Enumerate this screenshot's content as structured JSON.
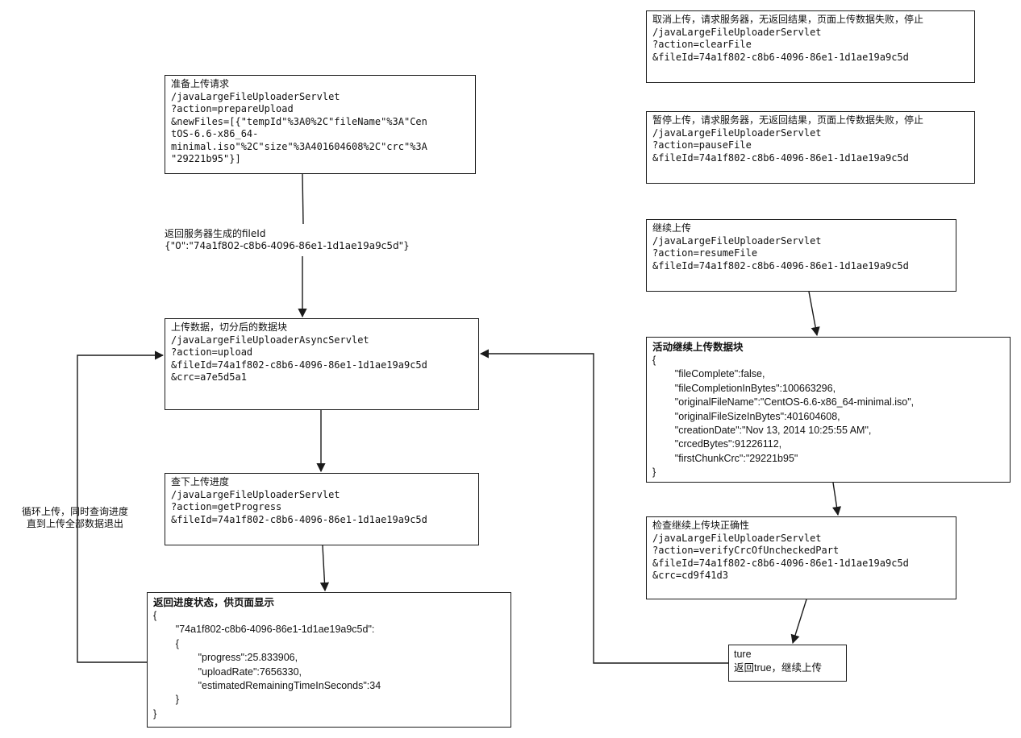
{
  "boxes": {
    "prepare": {
      "title": "准备上传请求",
      "lines": [
        "/javaLargeFileUploaderServlet",
        "?action=prepareUpload",
        "&newFiles=[{\"tempId\"%3A0%2C\"fileName\"%3A\"Cen",
        "tOS-6.6-x86_64-",
        "minimal.iso\"%2C\"size\"%3A401604608%2C\"crc\"%3A",
        "\"29221b95\"}]"
      ]
    },
    "upload": {
      "title": "上传数据，切分后的数据块",
      "lines": [
        "/javaLargeFileUploaderAsyncServlet",
        "?action=upload",
        "&fileId=74a1f802-c8b6-4096-86e1-1d1ae19a9c5d",
        "&crc=a7e5d5a1"
      ]
    },
    "progress": {
      "title": "查下上传进度",
      "lines": [
        "/javaLargeFileUploaderServlet",
        "?action=getProgress",
        "&fileId=74a1f802-c8b6-4096-86e1-1d1ae19a9c5d"
      ]
    },
    "progress_state": {
      "title": "返回进度状态，供页面显示",
      "lines": [
        "{",
        "        \"74a1f802-c8b6-4096-86e1-1d1ae19a9c5d\":",
        "        {",
        "                \"progress\":25.833906,",
        "                \"uploadRate\":7656330,",
        "                \"estimatedRemainingTimeInSeconds\":34",
        "        }",
        "}"
      ]
    },
    "clear": {
      "title": "取消上传，请求服务器，无返回结果，页面上传数据失败，停止",
      "lines": [
        "/javaLargeFileUploaderServlet",
        "?action=clearFile",
        "&fileId=74a1f802-c8b6-4096-86e1-1d1ae19a9c5d"
      ]
    },
    "pause": {
      "title": "暂停上传，请求服务器，无返回结果，页面上传数据失败，停止",
      "lines": [
        "/javaLargeFileUploaderServlet",
        "?action=pauseFile",
        "&fileId=74a1f802-c8b6-4096-86e1-1d1ae19a9c5d"
      ]
    },
    "resume": {
      "title": "继续上传",
      "lines": [
        "/javaLargeFileUploaderServlet",
        "?action=resumeFile",
        "&fileId=74a1f802-c8b6-4096-86e1-1d1ae19a9c5d"
      ]
    },
    "resume_block": {
      "title": "活动继续上传数据块",
      "lines": [
        "{",
        "        \"fileComplete\":false,",
        "        \"fileCompletionInBytes\":100663296,",
        "        \"originalFileName\":\"CentOS-6.6-x86_64-minimal.iso\",",
        "        \"originalFileSizeInBytes\":401604608,",
        "        \"creationDate\":\"Nov 13, 2014 10:25:55 AM\",",
        "        \"crcedBytes\":91226112,",
        "        \"firstChunkCrc\":\"29221b95\"",
        "}"
      ]
    },
    "verify": {
      "title": "检查继续上传块正确性",
      "lines": [
        "/javaLargeFileUploaderServlet",
        "?action=verifyCrcOfUncheckedPart",
        "&fileId=74a1f802-c8b6-4096-86e1-1d1ae19a9c5d",
        "&crc=cd9f41d3"
      ]
    },
    "ture": {
      "title": "ture",
      "lines": [
        "返回true，继续上传"
      ]
    }
  },
  "notes": {
    "fileid_label": "返回服务器生成的fileId",
    "fileid_value": "{\"0\":\"74a1f802-c8b6-4096-86e1-1d1ae19a9c5d\"}",
    "loop_line1": "循环上传，同时查询进度",
    "loop_line2": "直到上传全部数据退出"
  }
}
